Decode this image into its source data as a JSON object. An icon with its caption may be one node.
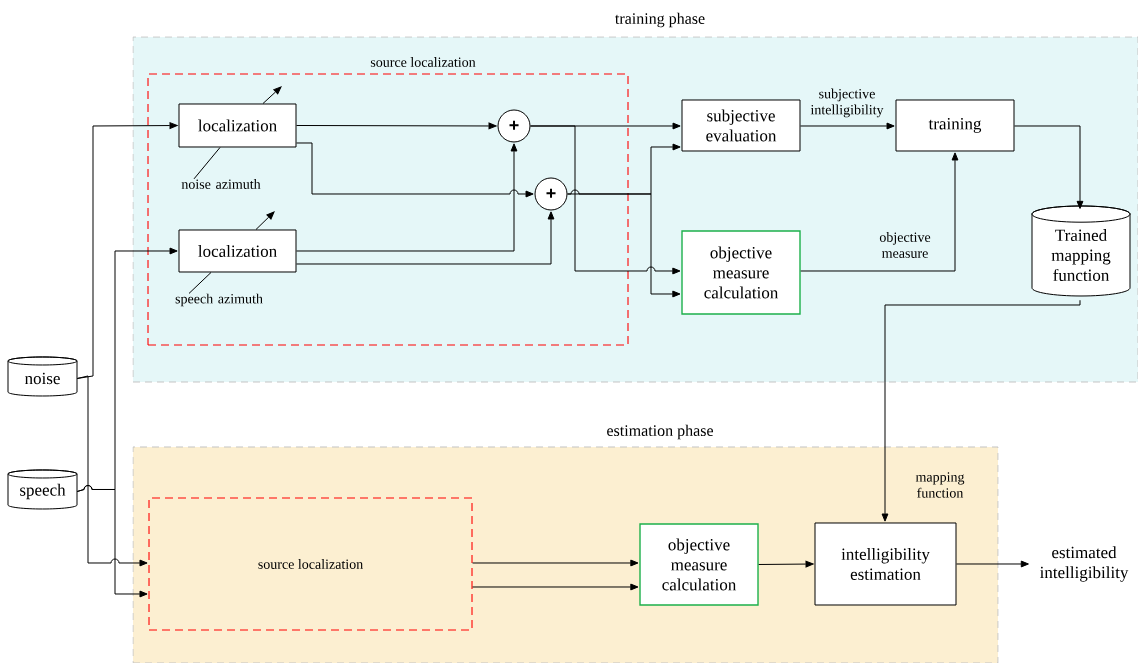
{
  "diagram": {
    "nodes": [
      {
        "text": [
          "training phase"
        ]
      },
      {
        "text": [
          "source localization"
        ],
        "in": 0
      },
      {
        "text": [
          "localization"
        ],
        "in": 1
      },
      {
        "text": [
          "localization"
        ],
        "in": 1
      },
      {
        "text": [
          "+"
        ],
        "in": 1
      },
      {
        "text": [
          "+"
        ],
        "in": 1
      },
      {
        "text": [
          "subjective evaluation"
        ],
        "in": 0
      },
      {
        "text": [
          "objective measure calculation"
        ],
        "in": 0
      },
      {
        "text": [
          "training"
        ],
        "in": 0
      },
      {
        "text": [
          "Trained mapping function"
        ],
        "in": 0
      },
      {
        "text": [
          "noise"
        ]
      },
      {
        "text": [
          "speech"
        ]
      },
      {
        "text": [
          "estimation phase"
        ]
      },
      {
        "text": [
          "source localization"
        ],
        "in": 12
      },
      {
        "text": [
          "objective measure calculation"
        ],
        "in": 12
      },
      {
        "text": [
          "intelligibility estimation"
        ],
        "in": 12
      },
      {
        "text": [
          "estimated intelligibility"
        ]
      },
      {
        "text": [
          "noise azimuth"
        ],
        "in": 1
      },
      {
        "text": [
          "speech azimuth"
        ],
        "in": 1
      }
    ],
    "edges": [
      {
        "from": 10,
        "to": 2,
        "arrow": "to"
      },
      {
        "from": 10,
        "to": 13,
        "arrow": "to"
      },
      {
        "from": 11,
        "to": 3,
        "arrow": "to"
      },
      {
        "from": 11,
        "to": 13,
        "arrow": "to"
      },
      {
        "from": 2,
        "to": 4,
        "arrow": "to"
      },
      {
        "from": 2,
        "to": 5,
        "arrow": "to"
      },
      {
        "from": 3,
        "to": 4,
        "arrow": "to"
      },
      {
        "from": 3,
        "to": 5,
        "arrow": "to"
      },
      {
        "from": 4,
        "to": 6,
        "arrow": "to"
      },
      {
        "from": 4,
        "to": 7,
        "arrow": "to"
      },
      {
        "from": 5,
        "to": 6,
        "arrow": "to"
      },
      {
        "from": 5,
        "to": 7,
        "arrow": "to"
      },
      {
        "from": 6,
        "to": 8,
        "arrow": "to",
        "label": "subjective intelligibility"
      },
      {
        "from": 7,
        "to": 8,
        "arrow": "to",
        "label": "objective measure"
      },
      {
        "from": 8,
        "to": 9,
        "arrow": "to"
      },
      {
        "from": 9,
        "to": 15,
        "arrow": "to",
        "label": "mapping function"
      },
      {
        "from": 13,
        "to": 14,
        "arrow": "to"
      },
      {
        "from": 13,
        "to": 14,
        "arrow": "to"
      },
      {
        "from": 14,
        "to": 15,
        "arrow": "to"
      },
      {
        "from": 15,
        "to": 16,
        "arrow": "to"
      },
      {
        "from": 17,
        "to": 2,
        "arrow": "none"
      },
      {
        "from": 18,
        "to": 3,
        "arrow": "none"
      },
      {
        "from": 2,
        "to": null,
        "arrow": "to"
      },
      {
        "from": 3,
        "to": null,
        "arrow": "to"
      }
    ]
  }
}
